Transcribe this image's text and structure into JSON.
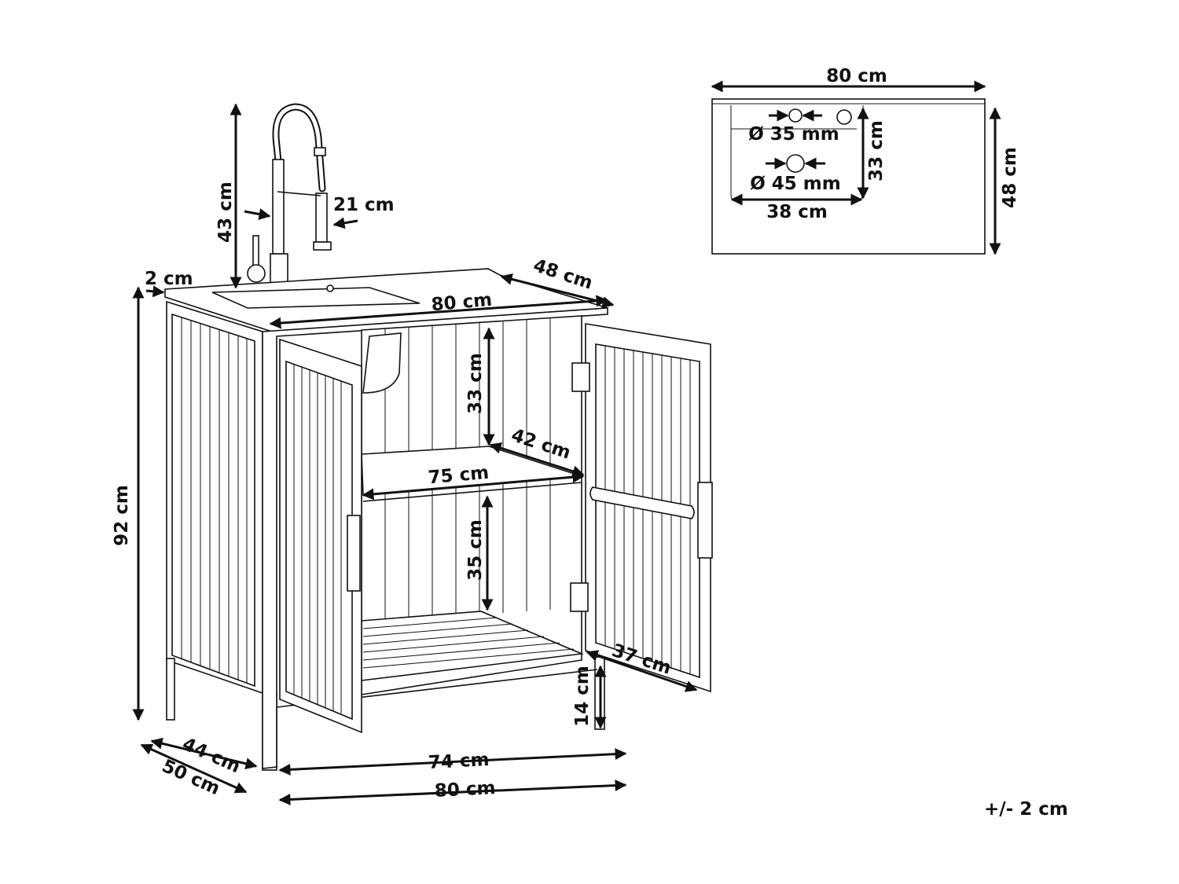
{
  "dimensions": {
    "faucet_height": "43 cm",
    "spray_head": "21 cm",
    "rim_thickness": "2 cm",
    "top_width": "80 cm",
    "top_depth": "48 cm",
    "total_height": "92 cm",
    "upper_interior_height": "33 cm",
    "shelf_depth": "42 cm",
    "shelf_width": "75 cm",
    "lower_interior_height": "35 cm",
    "door_width": "37 cm",
    "leg_height": "14 cm",
    "inner_width": "74 cm",
    "base_width": "80 cm",
    "inner_depth": "44 cm",
    "base_depth": "50 cm"
  },
  "top_view": {
    "width": "80 cm",
    "depth": "48 cm",
    "hole_small": "Ø 35 mm",
    "hole_large": "Ø 45 mm",
    "basin_depth": "33 cm",
    "basin_width": "38 cm"
  },
  "tolerance": "+/- 2 cm"
}
